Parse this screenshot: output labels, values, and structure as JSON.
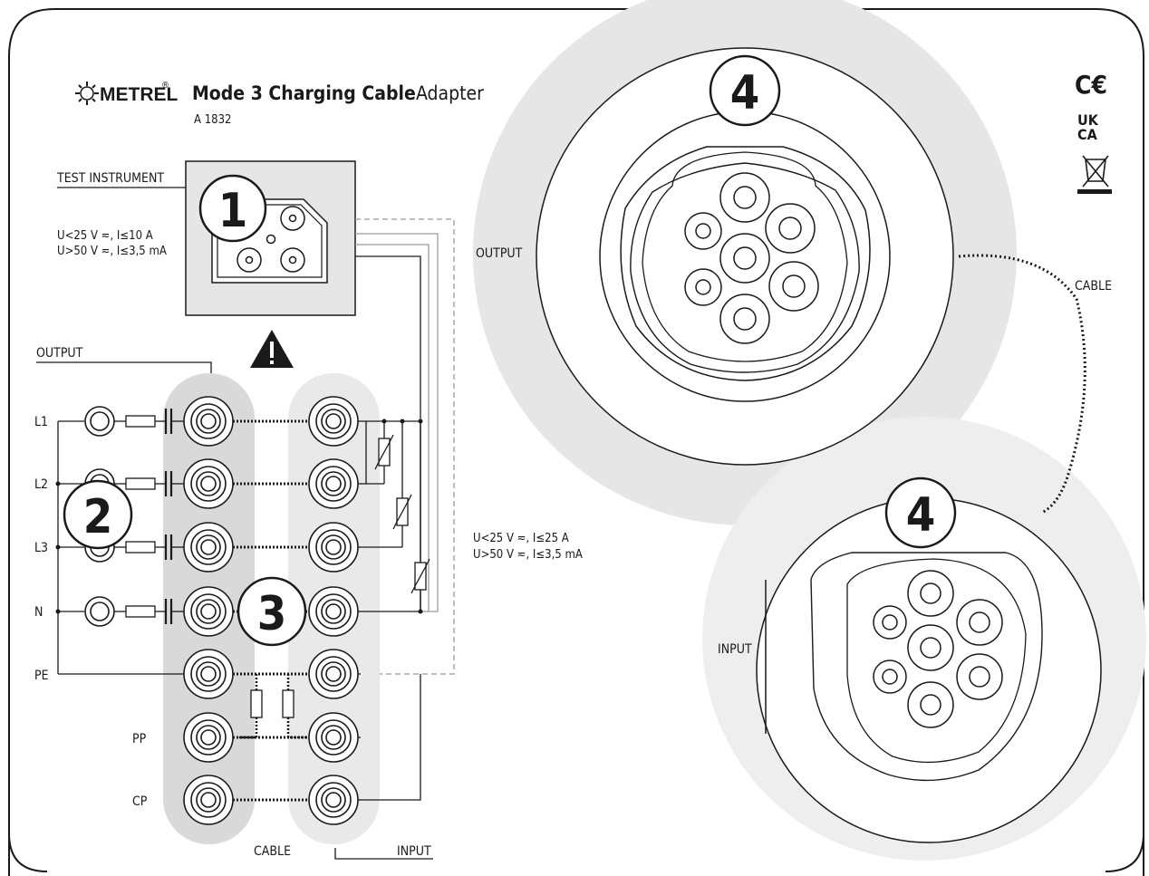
{
  "brand": {
    "name": "METREL",
    "reg": "®"
  },
  "title": {
    "bold": "Mode 3 Charging Cable",
    "light": "Adapter",
    "model": "A 1832"
  },
  "labels": {
    "test_instrument": "TEST INSTRUMENT",
    "output_left": "OUTPUT",
    "output_connector": "OUTPUT",
    "input_connector": "INPUT",
    "cable_right": "CABLE",
    "cable_bottom": "CABLE",
    "input_bottom": "INPUT"
  },
  "ratings": {
    "instrument_line1": "U<25 V ≂, I≤10 A",
    "instrument_line2": "U>50 V ≂, I≤3,5 mA",
    "input_line1": "U<25 V ≂, I≤25 A",
    "input_line2": "U>50 V ≂, I≤3,5 mA"
  },
  "markers": {
    "m1": "1",
    "m2": "2",
    "m3": "3",
    "m4a": "4",
    "m4b": "4"
  },
  "lines": [
    "L1",
    "L2",
    "L3",
    "N",
    "PE",
    "PP",
    "CP"
  ],
  "marks": {
    "ce": "C€",
    "ukca_top": "UK",
    "ukca_bottom": "CA"
  },
  "icons": [
    "warning-icon",
    "weee-bin-icon",
    "ce-mark-icon",
    "ukca-mark-icon",
    "metrel-logo-icon"
  ],
  "colors": {
    "panel_grey": "#e6e6e6",
    "input_grey": "#eeeeee",
    "line": "#1a1a1a"
  }
}
